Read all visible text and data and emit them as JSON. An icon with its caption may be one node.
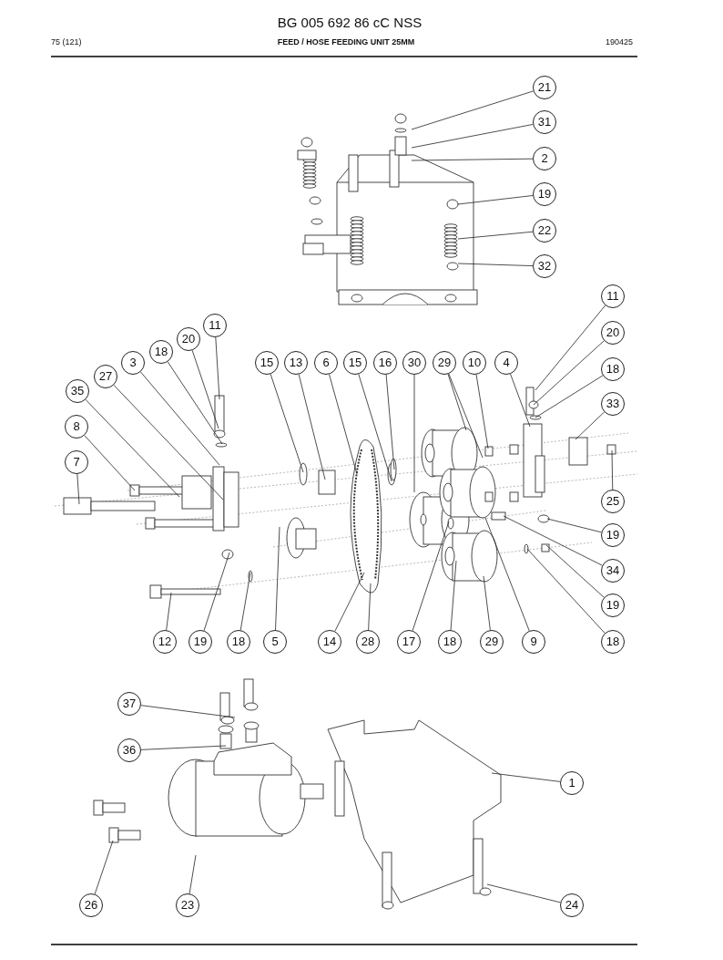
{
  "diagram": {
    "title": "FEED / HOSE FEEDING UNIT 25MM",
    "nodes": [
      {
        "text": [
          "21"
        ]
      },
      {
        "text": [
          "31"
        ]
      },
      {
        "text": [
          "2"
        ]
      },
      {
        "text": [
          "19"
        ]
      },
      {
        "text": [
          "22"
        ]
      },
      {
        "text": [
          "32"
        ]
      },
      {
        "text": [
          "11"
        ]
      },
      {
        "text": [
          "20"
        ]
      },
      {
        "text": [
          "18"
        ]
      },
      {
        "text": [
          "33"
        ]
      },
      {
        "text": [
          "25"
        ]
      },
      {
        "text": [
          "19"
        ]
      },
      {
        "text": [
          "34"
        ]
      },
      {
        "text": [
          "19"
        ]
      },
      {
        "text": [
          "18"
        ]
      },
      {
        "text": [
          "11"
        ]
      },
      {
        "text": [
          "20"
        ]
      },
      {
        "text": [
          "18"
        ]
      },
      {
        "text": [
          "3"
        ]
      },
      {
        "text": [
          "27"
        ]
      },
      {
        "text": [
          "35"
        ]
      },
      {
        "text": [
          "8"
        ]
      },
      {
        "text": [
          "7"
        ]
      },
      {
        "text": [
          "15"
        ]
      },
      {
        "text": [
          "13"
        ]
      },
      {
        "text": [
          "6"
        ]
      },
      {
        "text": [
          "15"
        ]
      },
      {
        "text": [
          "16"
        ]
      },
      {
        "text": [
          "30"
        ]
      },
      {
        "text": [
          "29"
        ]
      },
      {
        "text": [
          "10"
        ]
      },
      {
        "text": [
          "4"
        ]
      },
      {
        "text": [
          "12"
        ]
      },
      {
        "text": [
          "19"
        ]
      },
      {
        "text": [
          "18"
        ]
      },
      {
        "text": [
          "5"
        ]
      },
      {
        "text": [
          "14"
        ]
      },
      {
        "text": [
          "28"
        ]
      },
      {
        "text": [
          "17"
        ]
      },
      {
        "text": [
          "18"
        ]
      },
      {
        "text": [
          "29"
        ]
      },
      {
        "text": [
          "9"
        ]
      },
      {
        "text": [
          "37"
        ]
      },
      {
        "text": [
          "36"
        ]
      },
      {
        "text": [
          "1"
        ]
      },
      {
        "text": [
          "26"
        ]
      },
      {
        "text": [
          "23"
        ]
      },
      {
        "text": [
          "24"
        ]
      }
    ],
    "edges": [
      {
        "from": 0,
        "to": null,
        "arrow": "none"
      },
      {
        "from": 1,
        "to": null,
        "arrow": "none"
      },
      {
        "from": 2,
        "to": null,
        "arrow": "none"
      },
      {
        "from": 3,
        "to": null,
        "arrow": "none"
      },
      {
        "from": 4,
        "to": null,
        "arrow": "none"
      },
      {
        "from": 5,
        "to": null,
        "arrow": "none"
      },
      {
        "from": 6,
        "to": null,
        "arrow": "none"
      },
      {
        "from": 7,
        "to": null,
        "arrow": "none"
      },
      {
        "from": 8,
        "to": null,
        "arrow": "none"
      },
      {
        "from": 9,
        "to": null,
        "arrow": "none"
      },
      {
        "from": 10,
        "to": null,
        "arrow": "none"
      },
      {
        "from": 11,
        "to": null,
        "arrow": "none"
      },
      {
        "from": 12,
        "to": null,
        "arrow": "none"
      },
      {
        "from": 13,
        "to": null,
        "arrow": "none"
      },
      {
        "from": 14,
        "to": null,
        "arrow": "none"
      },
      {
        "from": 15,
        "to": null,
        "arrow": "none"
      },
      {
        "from": 16,
        "to": null,
        "arrow": "none"
      },
      {
        "from": 17,
        "to": null,
        "arrow": "none"
      },
      {
        "from": 18,
        "to": null,
        "arrow": "none"
      },
      {
        "from": 19,
        "to": null,
        "arrow": "none"
      },
      {
        "from": 20,
        "to": null,
        "arrow": "none"
      },
      {
        "from": 21,
        "to": null,
        "arrow": "none"
      },
      {
        "from": 22,
        "to": null,
        "arrow": "none"
      },
      {
        "from": 23,
        "to": null,
        "arrow": "none"
      },
      {
        "from": 24,
        "to": null,
        "arrow": "none"
      },
      {
        "from": 25,
        "to": null,
        "arrow": "none"
      },
      {
        "from": 26,
        "to": null,
        "arrow": "none"
      },
      {
        "from": 27,
        "to": null,
        "arrow": "none"
      },
      {
        "from": 28,
        "to": null,
        "arrow": "none"
      },
      {
        "from": 29,
        "to": null,
        "arrow": "none"
      },
      {
        "from": 29,
        "to": null,
        "arrow": "none"
      },
      {
        "from": 30,
        "to": null,
        "arrow": "none"
      },
      {
        "from": 31,
        "to": null,
        "arrow": "none"
      },
      {
        "from": 32,
        "to": null,
        "arrow": "none"
      },
      {
        "from": 33,
        "to": null,
        "arrow": "none"
      },
      {
        "from": 34,
        "to": null,
        "arrow": "none"
      },
      {
        "from": 35,
        "to": null,
        "arrow": "none"
      },
      {
        "from": 36,
        "to": null,
        "arrow": "none"
      },
      {
        "from": 37,
        "to": null,
        "arrow": "none"
      },
      {
        "from": 38,
        "to": null,
        "arrow": "none"
      },
      {
        "from": 39,
        "to": null,
        "arrow": "none"
      },
      {
        "from": 40,
        "to": null,
        "arrow": "none"
      },
      {
        "from": 41,
        "to": null,
        "arrow": "none"
      },
      {
        "from": 42,
        "to": null,
        "arrow": "none"
      },
      {
        "from": 43,
        "to": null,
        "arrow": "none"
      },
      {
        "from": 44,
        "to": null,
        "arrow": "none"
      },
      {
        "from": 45,
        "to": null,
        "arrow": "none"
      },
      {
        "from": 46,
        "to": null,
        "arrow": "none"
      },
      {
        "from": 47,
        "to": null,
        "arrow": "none"
      }
    ],
    "labels": [
      "BG 005 692 86 cC NSS",
      "75 (121)",
      "190425"
    ]
  }
}
